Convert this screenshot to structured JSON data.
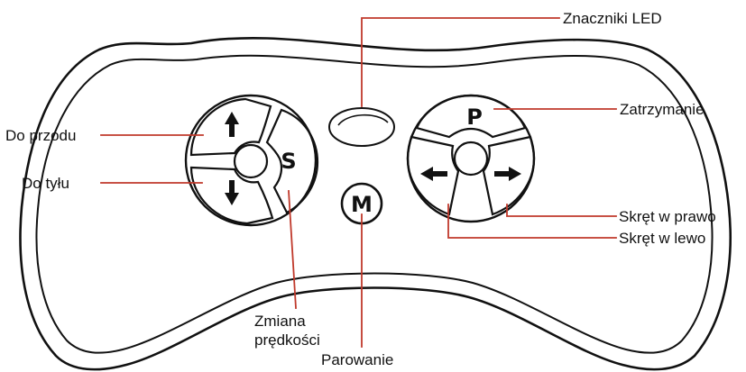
{
  "diagram": {
    "labels": {
      "led": "Znaczniki LED",
      "stop": "Zatrzymanie",
      "forward": "Do przodu",
      "backward": "Do tyłu",
      "right": "Skręt w prawo",
      "left": "Skręt w lewo",
      "speed_1": "Zmiana",
      "speed_2": "prędkości",
      "pairing": "Parowanie"
    },
    "buttons": {
      "s": "S",
      "m": "M",
      "p": "P"
    },
    "colors": {
      "callout_line": "#c0392b",
      "outline": "#111111",
      "background": "#ffffff"
    },
    "icons": [
      "arrow-up-icon",
      "arrow-down-icon",
      "arrow-left-icon",
      "arrow-right-icon"
    ]
  }
}
